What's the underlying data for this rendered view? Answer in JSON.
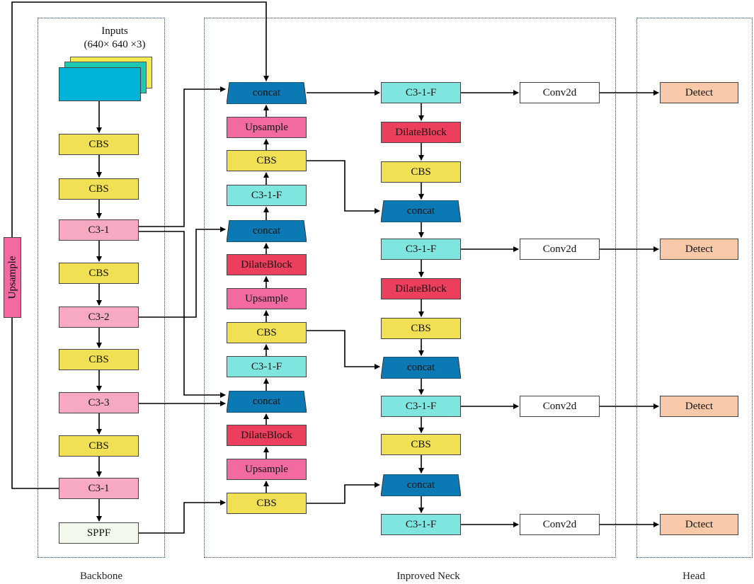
{
  "regions": {
    "backbone": "Backbone",
    "neck": "Inproved Neck",
    "head": "Head"
  },
  "inputs": {
    "title": "Inputs",
    "shape": "(640× 640 ×3)"
  },
  "side_upsample": "Upsample",
  "backbone": [
    "CBS",
    "CBS",
    "C3-1",
    "CBS",
    "C3-2",
    "CBS",
    "C3-3",
    "CBS",
    "C3-1",
    "SPPF"
  ],
  "neck_left": [
    "concat",
    "Upsample",
    "CBS",
    "C3-1-F",
    "concat",
    "DilateBlock",
    "Upsample",
    "CBS",
    "C3-1-F",
    "concat",
    "DilateBlock",
    "Upsample",
    "CBS"
  ],
  "neck_right": [
    "C3-1-F",
    "DilateBlock",
    "CBS",
    "concat",
    "C3-1-F",
    "DilateBlock",
    "CBS",
    "concat",
    "C3-1-F",
    "CBS",
    "concat",
    "C3-1-F"
  ],
  "conv": [
    "Conv2d",
    "Conv2d",
    "Conv2d",
    "Conv2d"
  ],
  "detect": [
    "Detect",
    "Detect",
    "Detect",
    "Dctect"
  ],
  "colors": {
    "cbs": "#f1e053",
    "c3": "#f7a9c2",
    "c3f": "#7fe6df",
    "dilate": "#ec3f5e",
    "upsample": "#f36aa2",
    "concat": "#0b79b3",
    "detect": "#f8c9a8",
    "sppf": "#f2f9ec",
    "input_front": "#00b4d8",
    "input_mid": "#1ec9b4",
    "input_back": "#f3ea4f"
  }
}
